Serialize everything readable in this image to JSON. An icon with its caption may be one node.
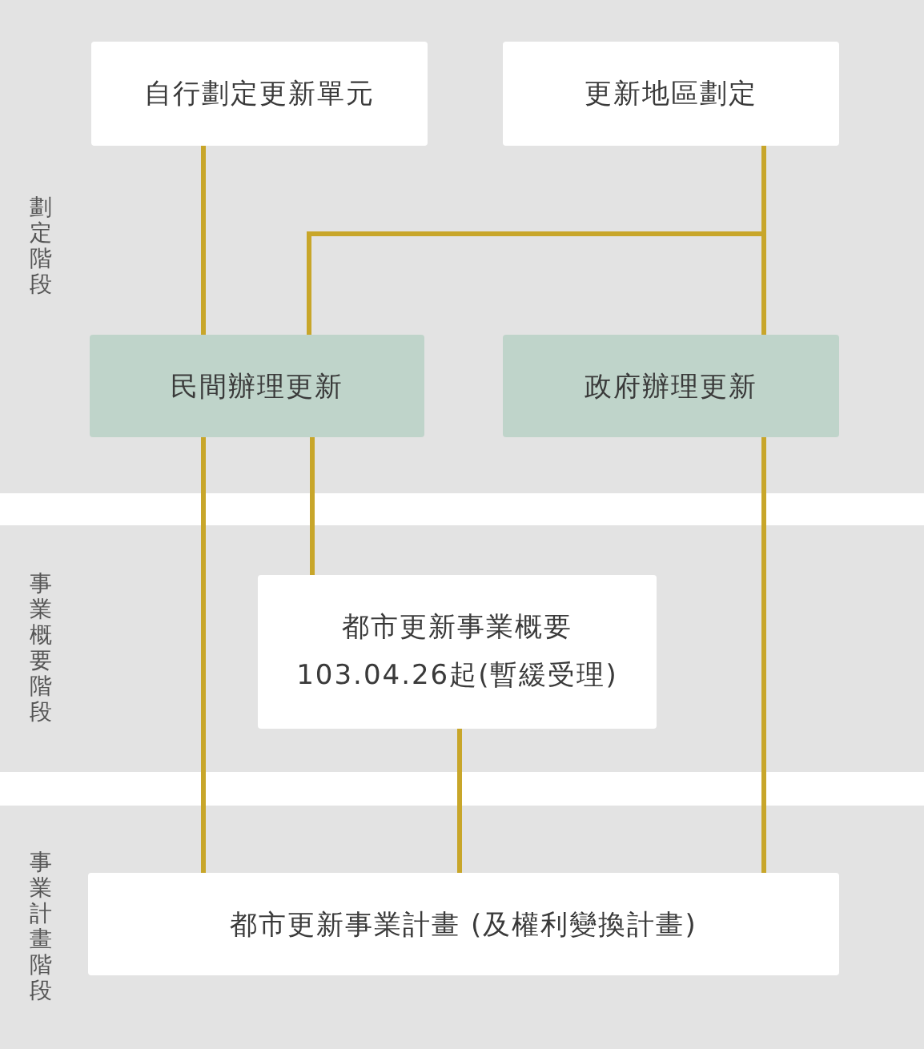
{
  "diagram": {
    "nodes": [
      {
        "text": [
          "劃定階段"
        ]
      },
      {
        "text": [
          "自行劃定更新單元"
        ],
        "in": 0
      },
      {
        "text": [
          "更新地區劃定"
        ],
        "in": 0
      },
      {
        "text": [
          "民間辦理更新"
        ],
        "in": 0
      },
      {
        "text": [
          "政府辦理更新"
        ],
        "in": 0
      },
      {
        "text": [
          "事業概要階段"
        ]
      },
      {
        "text": [
          "都市更新事業概要",
          "103.04.26起(暫緩受理)"
        ],
        "in": 5
      },
      {
        "text": [
          "事業計畫階段"
        ]
      },
      {
        "text": [
          "都市更新事業計畫 (及權利變換計畫)"
        ],
        "in": 7
      }
    ],
    "edges": [
      {
        "from": 1,
        "to": 3,
        "arrow": "none"
      },
      {
        "from": 2,
        "to": 4,
        "arrow": "none"
      },
      {
        "from": 2,
        "to": 3,
        "arrow": "none"
      },
      {
        "from": 3,
        "to": 8,
        "arrow": "none"
      },
      {
        "from": 3,
        "to": 6,
        "arrow": "none"
      },
      {
        "from": 4,
        "to": 8,
        "arrow": "none"
      },
      {
        "from": 6,
        "to": 8,
        "arrow": "none"
      }
    ]
  }
}
